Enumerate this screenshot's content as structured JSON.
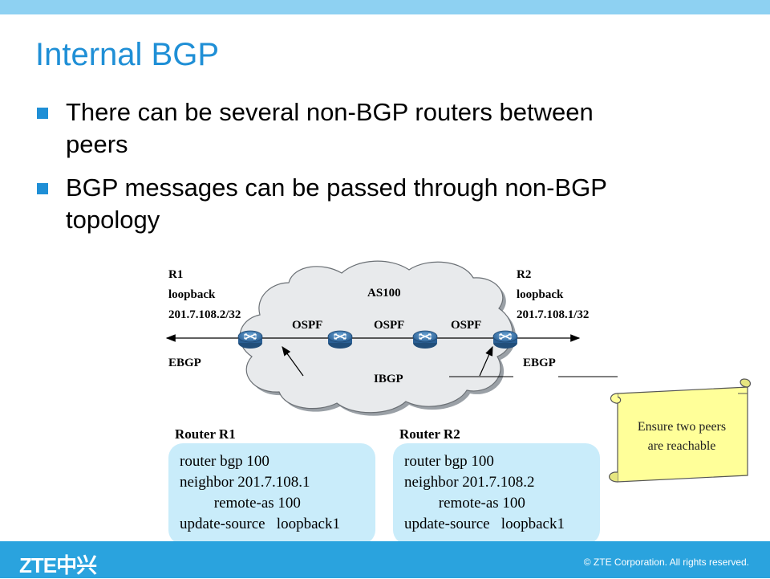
{
  "slide": {
    "title": "Internal BGP",
    "bullets": [
      {
        "line1": "There can be several non-BGP routers between",
        "line2": "peers"
      },
      {
        "line1": "BGP messages can be passed through non-BGP",
        "line2": "topology"
      }
    ]
  },
  "diagram": {
    "as_label": "AS100",
    "ospf_labels": [
      "OSPF",
      "OSPF",
      "OSPF"
    ],
    "ibgp_label": "IBGP",
    "ebgp_left": "EBGP",
    "ebgp_right": "EBGP",
    "r1_caption": [
      "R1",
      "loopback",
      "201.7.108.2/32"
    ],
    "r2_caption": [
      "R2",
      "loopback",
      "201.7.108.1/32"
    ]
  },
  "config": {
    "r1": {
      "header": "Router R1",
      "lines": [
        "router bgp 100",
        "neighbor 201.7.108.1",
        "         remote-as 100",
        "update-source   loopback1"
      ]
    },
    "r2": {
      "header": "Router R2",
      "lines": [
        "router bgp 100",
        "neighbor 201.7.108.2",
        "         remote-as 100",
        "update-source   loopback1"
      ]
    }
  },
  "note": {
    "line1": "Ensure two peers",
    "line2": "are reachable"
  },
  "footer": {
    "logo": "ZTE中兴",
    "copyright": "© ZTE Corporation. All rights reserved."
  },
  "colors": {
    "accent": "#1f8fd6",
    "band": "#8ed1f2",
    "footer": "#2aa3de",
    "cloud": "#e8eaec",
    "codebox": "#c9ecfa",
    "scroll": "#ffff99"
  }
}
